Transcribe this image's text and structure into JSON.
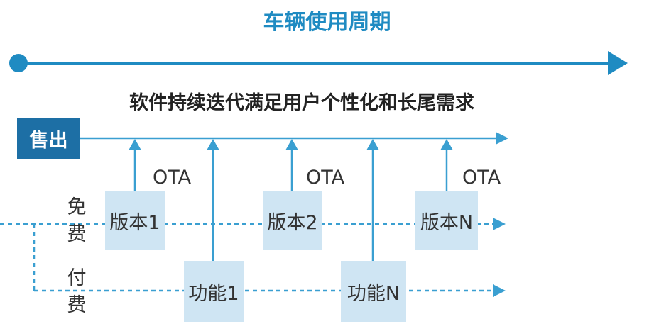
{
  "title": "车辆使用周期",
  "subtitle": "软件持续迭代满足用户个性化和长尾需求",
  "sold_label": "售出",
  "ota_label": "OTA",
  "free_tier": {
    "line1": "免",
    "line2": "费"
  },
  "paid_tier": {
    "line1": "付",
    "line2": "费"
  },
  "versions": [
    {
      "label": "版本1"
    },
    {
      "label": "版本2"
    },
    {
      "label": "版本N"
    }
  ],
  "features": [
    {
      "label": "功能1"
    },
    {
      "label": "功能N"
    }
  ],
  "colors": {
    "accent": "#1f8bc2",
    "dark_blue": "#1d6fa5",
    "box_fill": "#cfe5f3",
    "line": "#3a9fd1"
  }
}
